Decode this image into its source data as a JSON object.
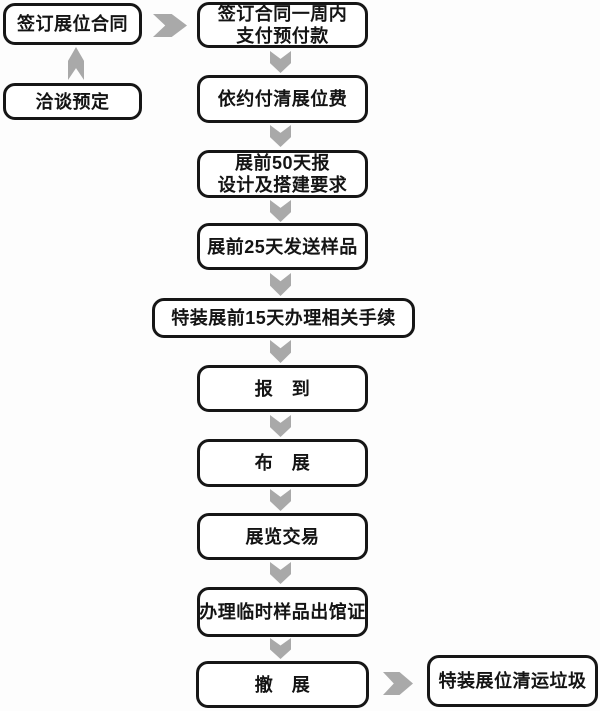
{
  "diagram": {
    "description_nodes_note": "exhibition booking / exhibiting process flowchart",
    "colors": {
      "background": "#fdfdfd",
      "box_fill": "#ffffff",
      "box_border": "#161616",
      "text": "#141414",
      "arrow": "#a9a9a9"
    }
  },
  "nodes": [
    {
      "id": "sign-booth-contract",
      "line1": "签订展位合同"
    },
    {
      "id": "negotiate-booking",
      "line1": "洽谈预定"
    },
    {
      "id": "pay-deposit",
      "line1": "签订合同一周内",
      "line2": "支付预付款"
    },
    {
      "id": "pay-booth-fee",
      "line1": "依约付清展位费"
    },
    {
      "id": "submit-design",
      "line1": "展前50天报",
      "line2": "设计及搭建要求"
    },
    {
      "id": "send-samples",
      "line1": "展前25天发送样品"
    },
    {
      "id": "special-procedures",
      "line1": "特装展前15天办理相关手续"
    },
    {
      "id": "check-in",
      "line1": "报　到"
    },
    {
      "id": "set-up-exhibit",
      "line1": "布　展"
    },
    {
      "id": "exhibition-trade",
      "line1": "展览交易"
    },
    {
      "id": "sample-exit-pass",
      "line1": "办理临时样品出馆证"
    },
    {
      "id": "tear-down",
      "line1": "撤　展"
    },
    {
      "id": "clear-garbage",
      "line1": "特装展位清运垃圾"
    }
  ],
  "arrows": [
    {
      "from": "negotiate-booking",
      "to": "sign-booth-contract",
      "direction": "up"
    },
    {
      "from": "sign-booth-contract",
      "to": "pay-deposit",
      "direction": "right"
    },
    {
      "from": "pay-deposit",
      "to": "pay-booth-fee",
      "direction": "down"
    },
    {
      "from": "pay-booth-fee",
      "to": "submit-design",
      "direction": "down"
    },
    {
      "from": "submit-design",
      "to": "send-samples",
      "direction": "down"
    },
    {
      "from": "send-samples",
      "to": "special-procedures",
      "direction": "down"
    },
    {
      "from": "special-procedures",
      "to": "check-in",
      "direction": "down"
    },
    {
      "from": "check-in",
      "to": "set-up-exhibit",
      "direction": "down"
    },
    {
      "from": "set-up-exhibit",
      "to": "exhibition-trade",
      "direction": "down"
    },
    {
      "from": "exhibition-trade",
      "to": "sample-exit-pass",
      "direction": "down"
    },
    {
      "from": "sample-exit-pass",
      "to": "tear-down",
      "direction": "down"
    },
    {
      "from": "tear-down",
      "to": "clear-garbage",
      "direction": "right"
    }
  ]
}
